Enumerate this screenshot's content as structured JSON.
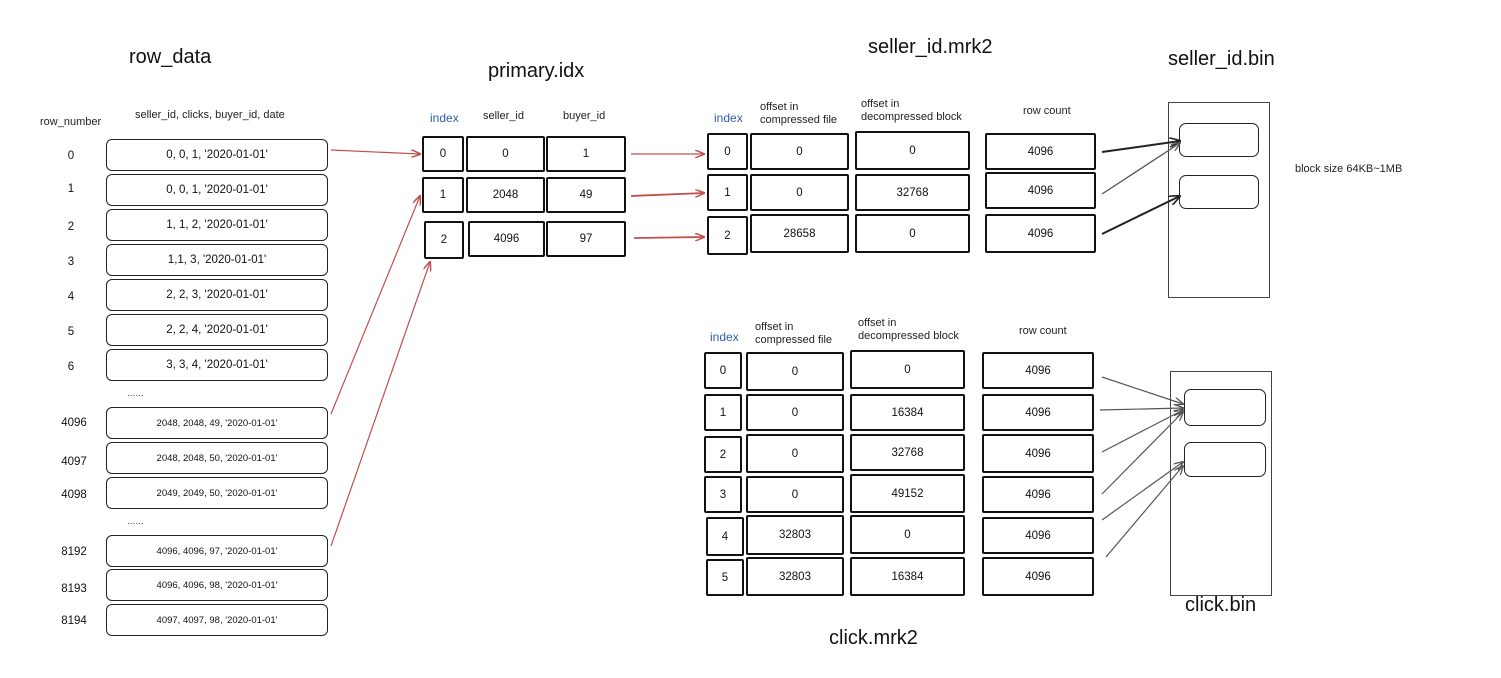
{
  "row_data": {
    "title": "row_data",
    "col_row_number": "row_number",
    "col_fields": "seller_id, clicks, buyer_id, date",
    "rows": [
      {
        "n": "0",
        "v": "0, 0, 1, '2020-01-01'"
      },
      {
        "n": "1",
        "v": "0, 0, 1, '2020-01-01'"
      },
      {
        "n": "2",
        "v": "1, 1, 2, '2020-01-01'"
      },
      {
        "n": "3",
        "v": "1,1, 3, '2020-01-01'"
      },
      {
        "n": "4",
        "v": "2, 2, 3, '2020-01-01'"
      },
      {
        "n": "5",
        "v": "2, 2, 4, '2020-01-01'"
      },
      {
        "n": "6",
        "v": "3, 3, 4, '2020-01-01'"
      },
      {
        "n": "4096",
        "v": "2048, 2048, 49, '2020-01-01'"
      },
      {
        "n": "4097",
        "v": "2048, 2048, 50, '2020-01-01'"
      },
      {
        "n": "4098",
        "v": "2049,  2049, 50, '2020-01-01'"
      },
      {
        "n": "8192",
        "v": "4096, 4096, 97, '2020-01-01'"
      },
      {
        "n": "8193",
        "v": "4096, 4096, 98, '2020-01-01'"
      },
      {
        "n": "8194",
        "v": "4097, 4097, 98, '2020-01-01'"
      }
    ],
    "ellipsis": "......"
  },
  "primary_idx": {
    "title": "primary.idx",
    "headers": [
      "index",
      "seller_id",
      "buyer_id"
    ],
    "rows": [
      [
        "0",
        "0",
        "1"
      ],
      [
        "1",
        "2048",
        "49"
      ],
      [
        "2",
        "4096",
        "97"
      ]
    ]
  },
  "seller_mrk2": {
    "title": "seller_id.mrk2",
    "headers": [
      "index",
      "offset in\ncompressed file",
      "offset in\ndecompressed block",
      "row count"
    ],
    "rows": [
      [
        "0",
        "0",
        "0",
        "4096"
      ],
      [
        "1",
        "0",
        "32768",
        "4096"
      ],
      [
        "2",
        "28658",
        "0",
        "4096"
      ]
    ]
  },
  "seller_bin": {
    "title": "seller_id.bin",
    "note": "block size 64KB~1MB"
  },
  "click_mrk2": {
    "title": "click.mrk2",
    "headers": [
      "index",
      "offset in\ncompressed file",
      "offset in\ndecompressed block",
      "row count"
    ],
    "rows": [
      [
        "0",
        "0",
        "0",
        "4096"
      ],
      [
        "1",
        "0",
        "16384",
        "4096"
      ],
      [
        "2",
        "0",
        "32768",
        "4096"
      ],
      [
        "3",
        "0",
        "49152",
        "4096"
      ],
      [
        "4",
        "32803",
        "0",
        "4096"
      ],
      [
        "5",
        "32803",
        "16384",
        "4096"
      ]
    ]
  },
  "click_bin": {
    "title": "click.bin"
  },
  "colors": {
    "ink": "#111111",
    "index_header": "#2d5ea8",
    "red_arrow": "#c0504d"
  }
}
